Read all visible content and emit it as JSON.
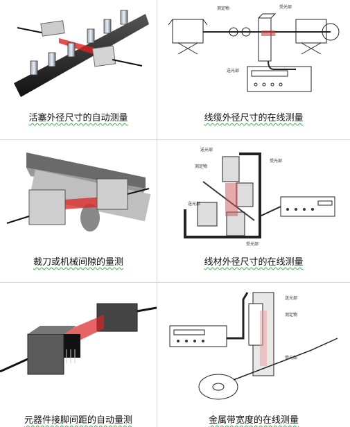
{
  "panels": [
    {
      "caption": "活塞外径尺寸的自动测量",
      "labels": []
    },
    {
      "caption": "线缆外径尺寸的在线测量",
      "labels": [
        "测定物",
        "受光部",
        "送光部"
      ]
    },
    {
      "caption": "裁刀或机械间隙的量测",
      "labels": []
    },
    {
      "caption": "线材外径尺寸的在线测量",
      "labels": [
        "送光部",
        "测定物",
        "受光部",
        "送光部",
        "受光部"
      ]
    },
    {
      "caption": "元器件接脚间距的自动量测",
      "labels": []
    },
    {
      "caption": "金属带宽度的在线测量",
      "labels": [
        "送光部",
        "测定物",
        "受光部"
      ]
    }
  ]
}
